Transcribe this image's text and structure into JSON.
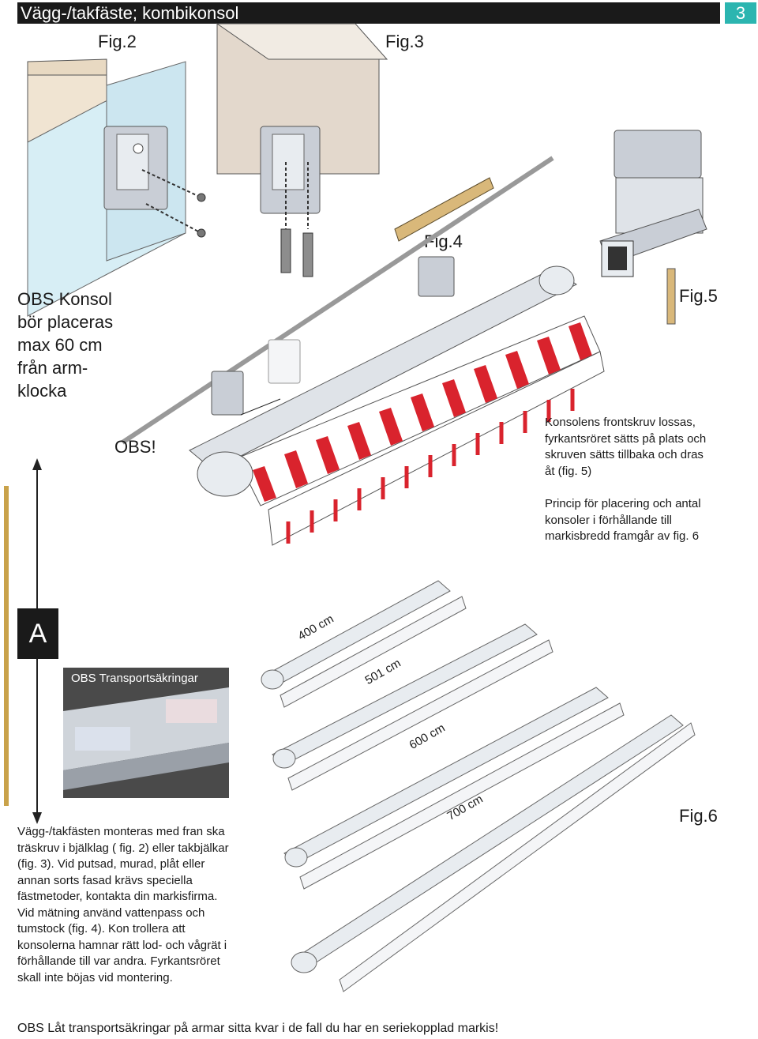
{
  "header": {
    "title": "Vägg-/takfäste; kombikonsol",
    "page_number": "3"
  },
  "figures": {
    "fig2": "Fig.2",
    "fig3": "Fig.3",
    "fig4": "Fig.4",
    "fig5": "Fig.5",
    "fig6": "Fig.6"
  },
  "notes": {
    "obs_konsol": "OBS Konsol bör placeras max 60 cm från arm-klocka",
    "obs": "OBS!",
    "fig5_text": "Konsolens frontskruv lossas, fyrkantsröret sätts på plats och skruven sätts tillbaka och dras åt (fig. 5)",
    "princip_text": "Princip för placering och antal konsoler i förhållande till markisbredd framgår av fig. 6",
    "mounting_text": "Vägg-/takfästen monteras med fran ska träskruv i bjälklag ( fig. 2) eller takbjälkar (fig. 3). Vid putsad, murad, plåt eller annan sorts fasad krävs speciella fästmetoder, kontakta din markisfirma. Vid mätning använd vattenpass och tumstock (fig. 4). Kon trollera att konsolerna hamnar rätt lod- och vågrät i förhållande till var andra. Fyrkantsröret skall inte böjas vid montering."
  },
  "dimension_a": "A",
  "transport_label": "OBS Transportsäkringar",
  "widths": [
    "400 cm",
    "501 cm",
    "600 cm",
    "700 cm"
  ],
  "footer": "OBS Låt transportsäkringar på armar sitta kvar i de fall du har en seriekopplad markis!",
  "colors": {
    "header_bg": "#1a1a1a",
    "page_accent": "#2bb5b0",
    "awning_red": "#d9232d"
  }
}
